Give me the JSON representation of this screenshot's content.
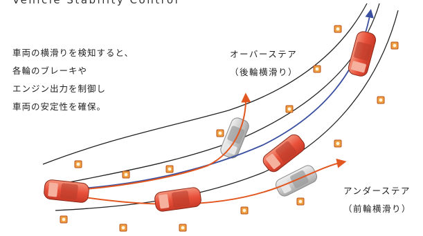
{
  "title": "Vehicle Stability Control",
  "description_lines": [
    "車両の横滑りを検知すると、",
    "各輪のブレーキや",
    "エンジン出力を制御し",
    "車両の安定性を確保。"
  ],
  "oversteer": {
    "name": "オーバーステア",
    "sub": "（後輪横滑り）"
  },
  "understeer": {
    "name": "アンダーステア",
    "sub": "（前輪横滑り）"
  },
  "colors": {
    "ideal_path": "#3a4fa0",
    "skid_path": "#e2561f",
    "road_edge": "#222222",
    "car_controlled": "#e8503a",
    "car_skidding": "#c9c9c9",
    "cone_fill": "#f0a040",
    "cone_outline": "#b8501a"
  }
}
